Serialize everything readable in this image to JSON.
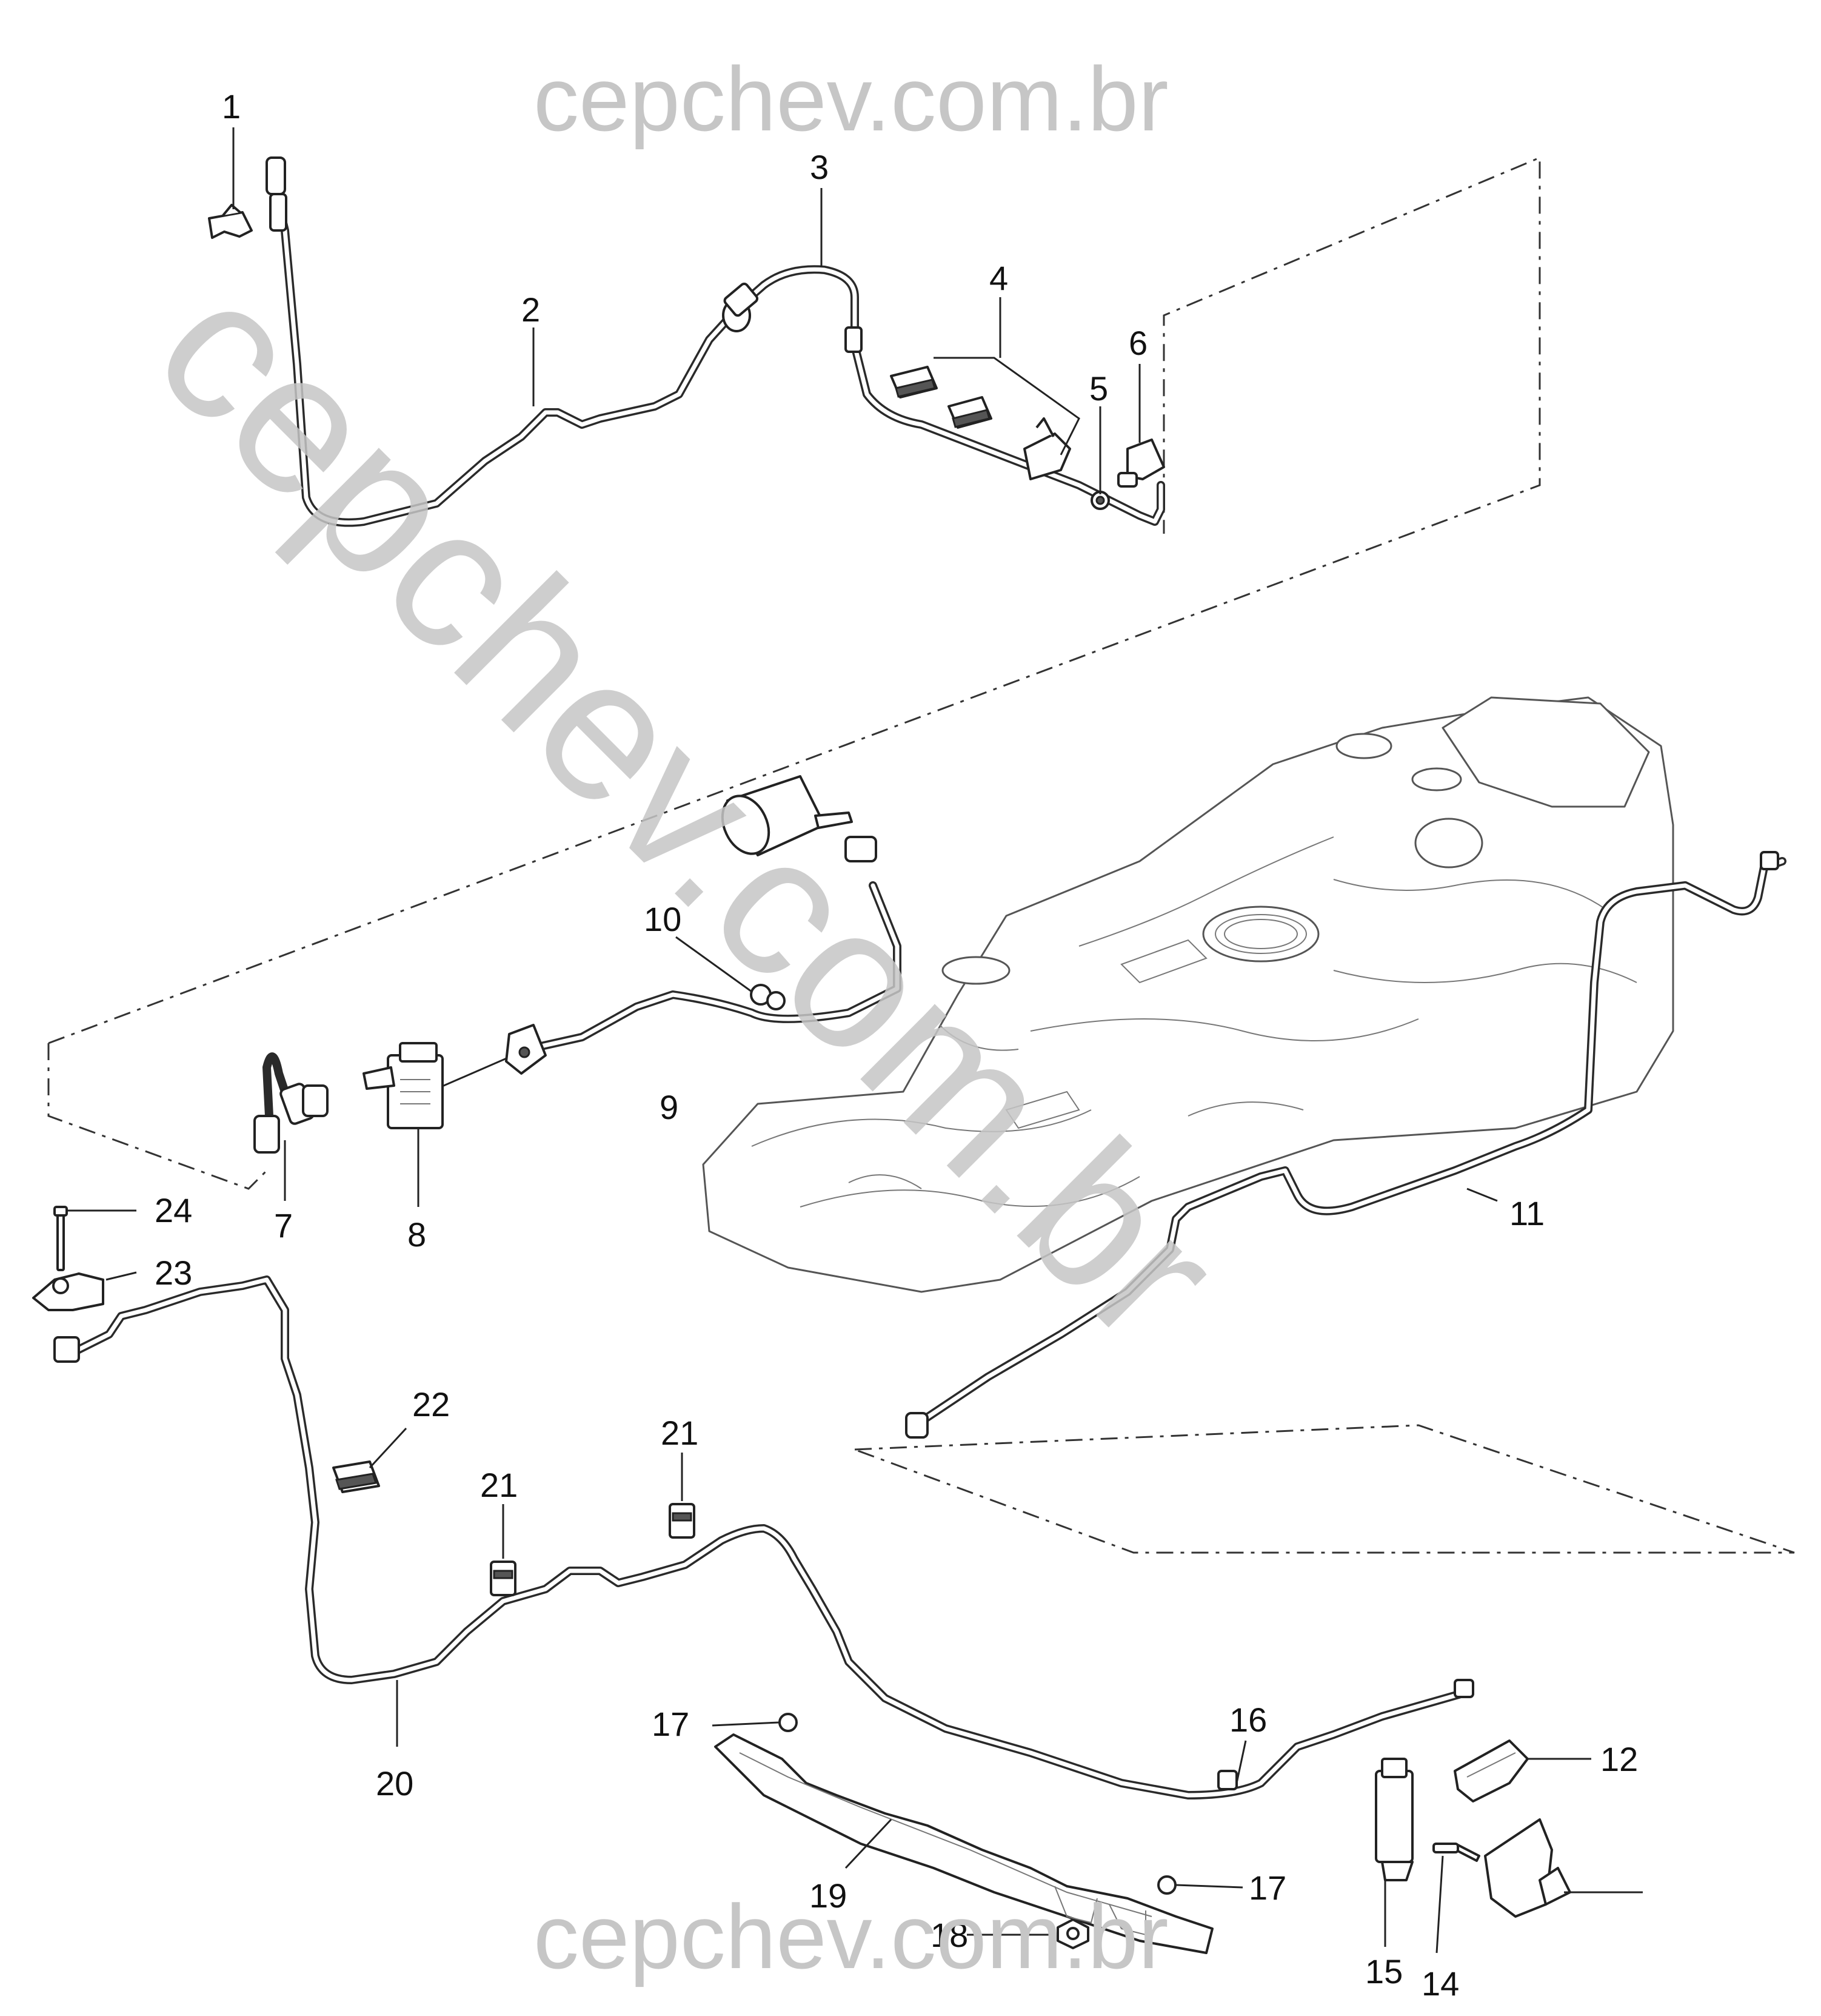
{
  "watermark": {
    "text_top": "cepchev.com.br",
    "text_diagonal": "cepchev.com.br",
    "text_bottom": "cepchev.com.br",
    "color": "#c6c6c6"
  },
  "callouts": [
    {
      "id": "c1",
      "label": "1"
    },
    {
      "id": "c2",
      "label": "2"
    },
    {
      "id": "c3",
      "label": "3"
    },
    {
      "id": "c4",
      "label": "4"
    },
    {
      "id": "c5",
      "label": "5"
    },
    {
      "id": "c6",
      "label": "6"
    },
    {
      "id": "c7",
      "label": "7"
    },
    {
      "id": "c8",
      "label": "8"
    },
    {
      "id": "c9",
      "label": "9"
    },
    {
      "id": "c10",
      "label": "10"
    },
    {
      "id": "c11",
      "label": "11"
    },
    {
      "id": "c12",
      "label": "12"
    },
    {
      "id": "c14",
      "label": "14"
    },
    {
      "id": "c15",
      "label": "15"
    },
    {
      "id": "c16",
      "label": "16"
    },
    {
      "id": "c17a",
      "label": "17"
    },
    {
      "id": "c17b",
      "label": "17"
    },
    {
      "id": "c18",
      "label": "18"
    },
    {
      "id": "c19",
      "label": "19"
    },
    {
      "id": "c20",
      "label": "20"
    },
    {
      "id": "c21a",
      "label": "21"
    },
    {
      "id": "c21b",
      "label": "21"
    },
    {
      "id": "c22",
      "label": "22"
    },
    {
      "id": "c23",
      "label": "23"
    },
    {
      "id": "c24",
      "label": "24"
    }
  ]
}
